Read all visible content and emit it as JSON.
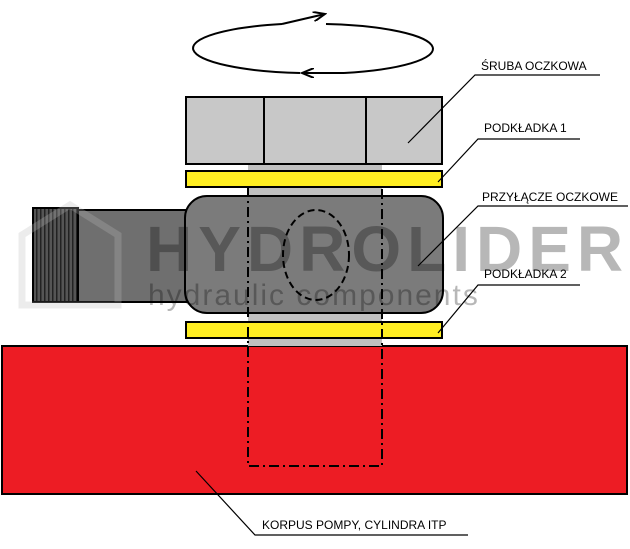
{
  "labels": {
    "bolt": "ŚRUBA OCZKOWA",
    "washer1": "PODKŁADKA 1",
    "fitting": "PRZYŁĄCZE OCZKOWE",
    "washer2": "PODKŁADKA 2",
    "body": "KORPUS POMPY, CYLINDRA ITP"
  },
  "watermark": {
    "brand": "HYDROLIDER",
    "tagline": "hydraulic components"
  },
  "colors": {
    "bolt_head": "#c8c8c8",
    "bolt_shank": "#c0c0c0",
    "washer": "#ffee22",
    "fitting": "#7b7b7b",
    "pipe": "#6f6f6f",
    "pump_body": "#ed1c24",
    "watermark": "#cfcfcf"
  }
}
